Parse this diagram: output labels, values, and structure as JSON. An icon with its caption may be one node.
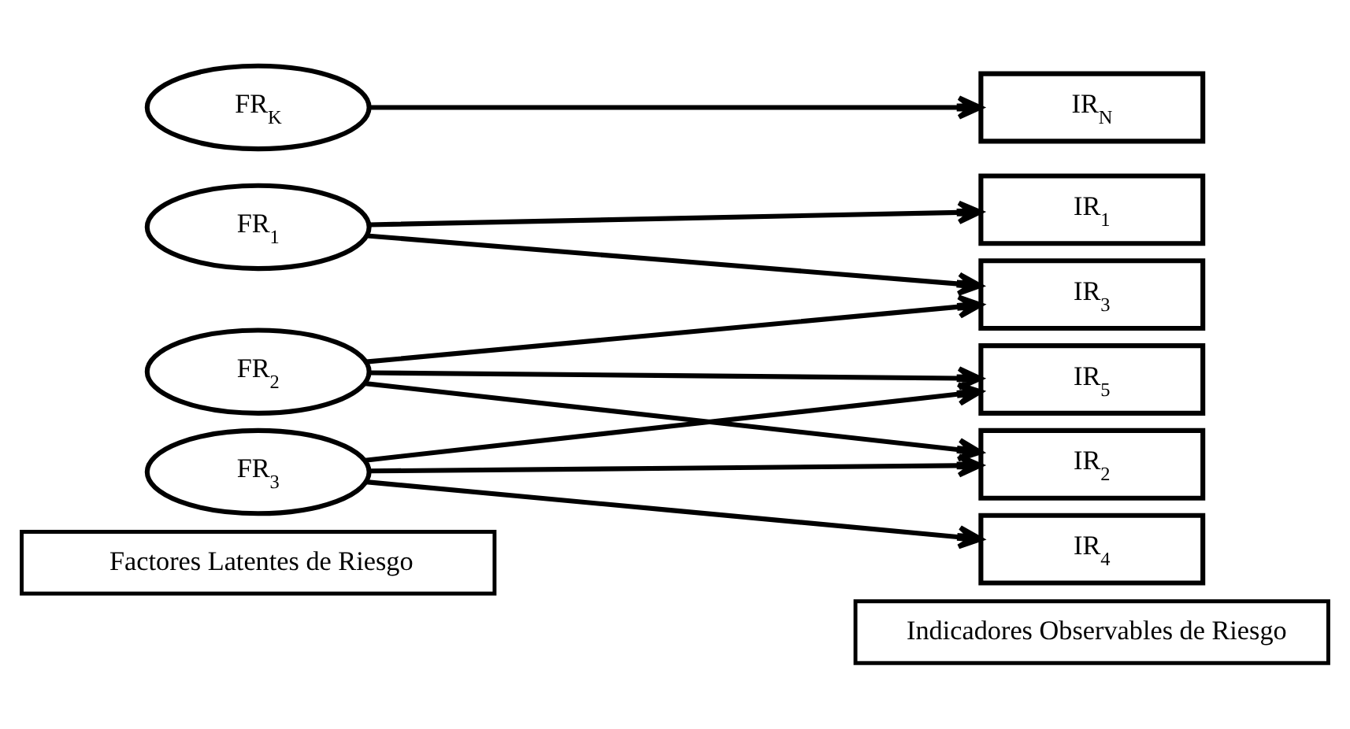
{
  "diagram": {
    "nodes": [
      {
        "text": [
          "Factores Latentes de Riesgo"
        ]
      },
      {
        "text": [
          "Indicadores Observables de Riesgo"
        ]
      },
      {
        "text": [
          "FR$_{1}$"
        ]
      },
      {
        "text": [
          "FR$_{2}$"
        ]
      },
      {
        "text": [
          "FR$_{3}$"
        ]
      },
      {
        "text": [
          "FR$_{K}$"
        ]
      },
      {
        "text": [
          "IR$_{1}$"
        ]
      },
      {
        "text": [
          "IR$_{2}$"
        ]
      },
      {
        "text": [
          "IR$_{3}$"
        ]
      },
      {
        "text": [
          "IR$_{4}$"
        ]
      },
      {
        "text": [
          "IR$_{5}$"
        ]
      },
      {
        "text": [
          "IR$_{N}$"
        ]
      }
    ],
    "edges": [
      {
        "from": 2,
        "to": 6,
        "arrow": "to"
      },
      {
        "from": 2,
        "to": 8,
        "arrow": "to"
      },
      {
        "from": 3,
        "to": 7,
        "arrow": "to"
      },
      {
        "from": 3,
        "to": 8,
        "arrow": "to"
      },
      {
        "from": 3,
        "to": 10,
        "arrow": "to"
      },
      {
        "from": 4,
        "to": 7,
        "arrow": "to"
      },
      {
        "from": 4,
        "to": 9,
        "arrow": "to"
      },
      {
        "from": 4,
        "to": 10,
        "arrow": "to"
      },
      {
        "from": 5,
        "to": 11,
        "arrow": "to"
      }
    ]
  }
}
